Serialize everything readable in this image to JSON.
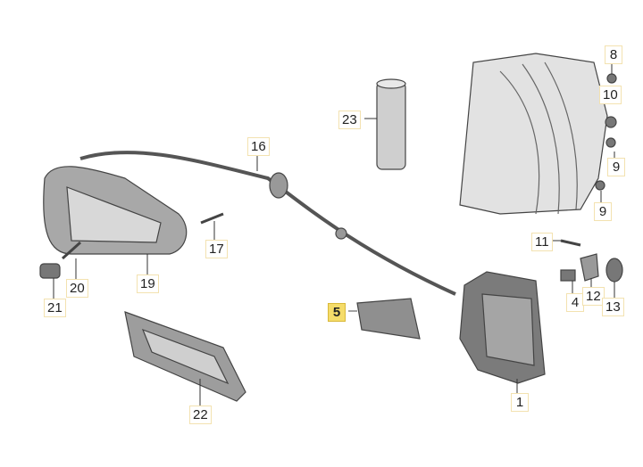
{
  "diagram": {
    "labels": {
      "l1": "1",
      "l4": "4",
      "l5": "5",
      "l8": "8",
      "l9a": "9",
      "l9b": "9",
      "l10": "10",
      "l11": "11",
      "l12": "12",
      "l13": "13",
      "l16": "16",
      "l17": "17",
      "l19": "19",
      "l20": "20",
      "l21": "21",
      "l22": "22",
      "l23": "23"
    },
    "highlighted_part": "5",
    "colors": {
      "highlight": "#f5dc6a",
      "label_border": "#f3e2b0",
      "part": "#8a8a8a"
    }
  }
}
